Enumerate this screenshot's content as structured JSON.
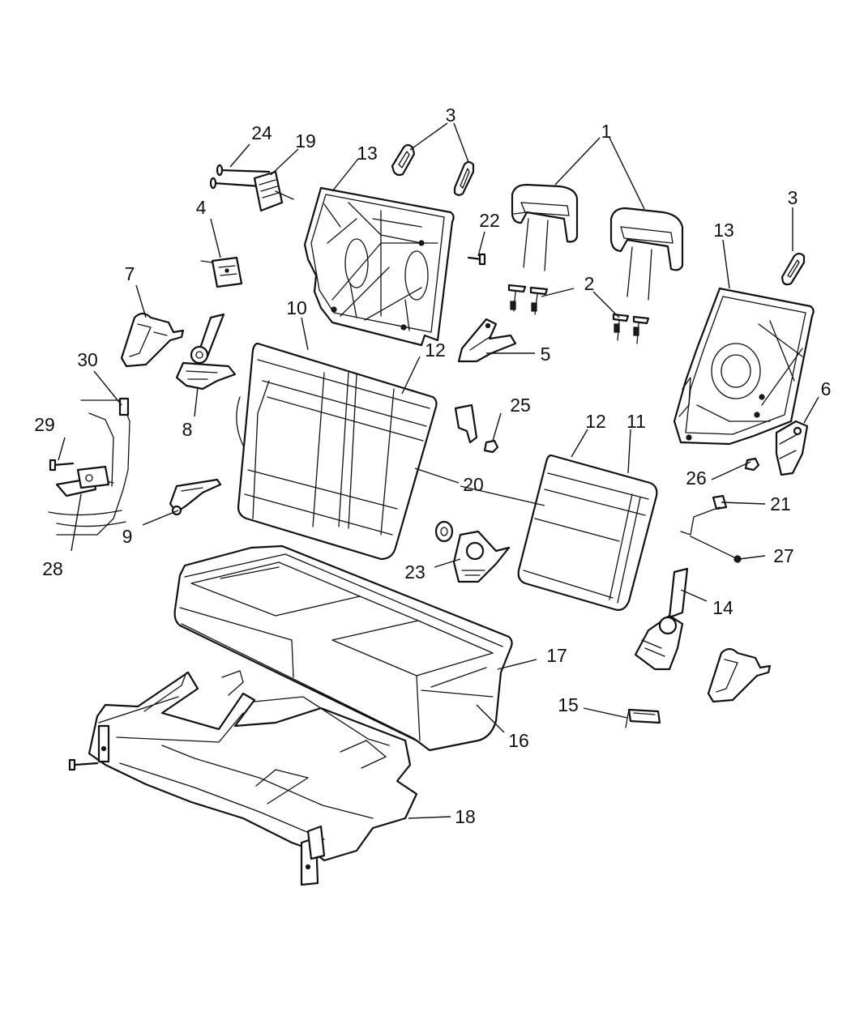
{
  "diagram": {
    "callouts": [
      {
        "id": "c1",
        "text": "1"
      },
      {
        "id": "c2",
        "text": "2"
      },
      {
        "id": "c3a",
        "text": "3"
      },
      {
        "id": "c3b",
        "text": "3"
      },
      {
        "id": "c4",
        "text": "4"
      },
      {
        "id": "c5",
        "text": "5"
      },
      {
        "id": "c6",
        "text": "6"
      },
      {
        "id": "c7",
        "text": "7"
      },
      {
        "id": "c8",
        "text": "8"
      },
      {
        "id": "c9",
        "text": "9"
      },
      {
        "id": "c10",
        "text": "10"
      },
      {
        "id": "c11",
        "text": "11"
      },
      {
        "id": "c12a",
        "text": "12"
      },
      {
        "id": "c12b",
        "text": "12"
      },
      {
        "id": "c13a",
        "text": "13"
      },
      {
        "id": "c13b",
        "text": "13"
      },
      {
        "id": "c14",
        "text": "14"
      },
      {
        "id": "c15",
        "text": "15"
      },
      {
        "id": "c16",
        "text": "16"
      },
      {
        "id": "c17",
        "text": "17"
      },
      {
        "id": "c18",
        "text": "18"
      },
      {
        "id": "c19",
        "text": "19"
      },
      {
        "id": "c20",
        "text": "20"
      },
      {
        "id": "c21",
        "text": "21"
      },
      {
        "id": "c22",
        "text": "22"
      },
      {
        "id": "c23",
        "text": "23"
      },
      {
        "id": "c24",
        "text": "24"
      },
      {
        "id": "c25",
        "text": "25"
      },
      {
        "id": "c26",
        "text": "26"
      },
      {
        "id": "c27",
        "text": "27"
      },
      {
        "id": "c28",
        "text": "28"
      },
      {
        "id": "c29",
        "text": "29"
      },
      {
        "id": "c30",
        "text": "30"
      }
    ]
  }
}
